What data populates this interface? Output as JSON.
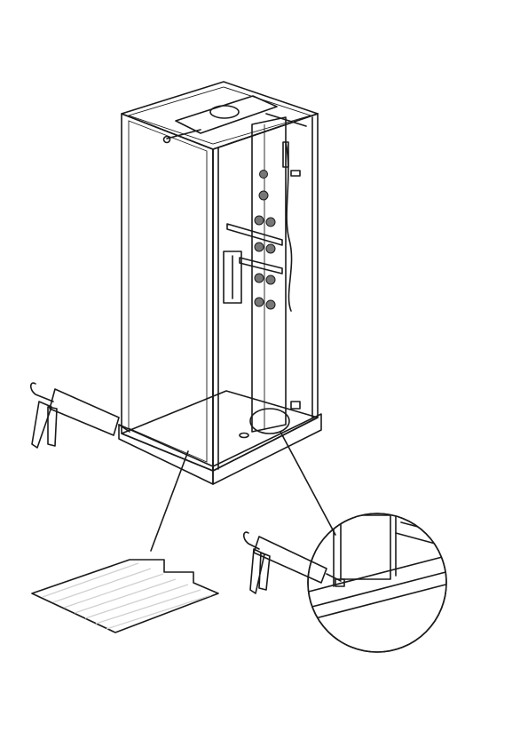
{
  "colors": {
    "line": "#1a1a1a",
    "glass": "#e4e4e4",
    "glass_dark": "#c9c9c9",
    "panel": "#a8a8a8",
    "tray": "#ffffff",
    "mat": "#5a5a5a",
    "mat_stripe": "#d0d0d0",
    "gun": "#eeeeee"
  },
  "icons": {
    "shower_cabin": "shower-cabin-drawing",
    "caulking_gun": "caulking-gun-icon",
    "anti_slip_mat": "anti-slip-mat-drawing",
    "detail_magnifier": "detail-magnifier-circle"
  }
}
